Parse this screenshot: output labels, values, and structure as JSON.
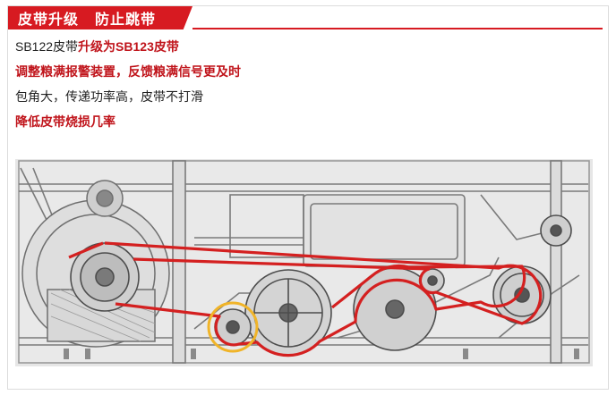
{
  "header": {
    "title_left": "皮带升级",
    "title_right": "防止跳带",
    "accent_color": "#d71a21"
  },
  "features": [
    {
      "prefix": "SB122皮带",
      "highlight": "升级为SB123皮带"
    },
    {
      "text": "调整粮满报警装置，反馈粮满信号更及时",
      "style": "red"
    },
    {
      "text": "包角大，传递功率高，皮带不打滑",
      "style": "normal"
    },
    {
      "text": "降低皮带烧损几率",
      "style": "red"
    }
  ],
  "diagram": {
    "belt_color": "#d42020",
    "highlight_ring_color": "#f0b429"
  }
}
